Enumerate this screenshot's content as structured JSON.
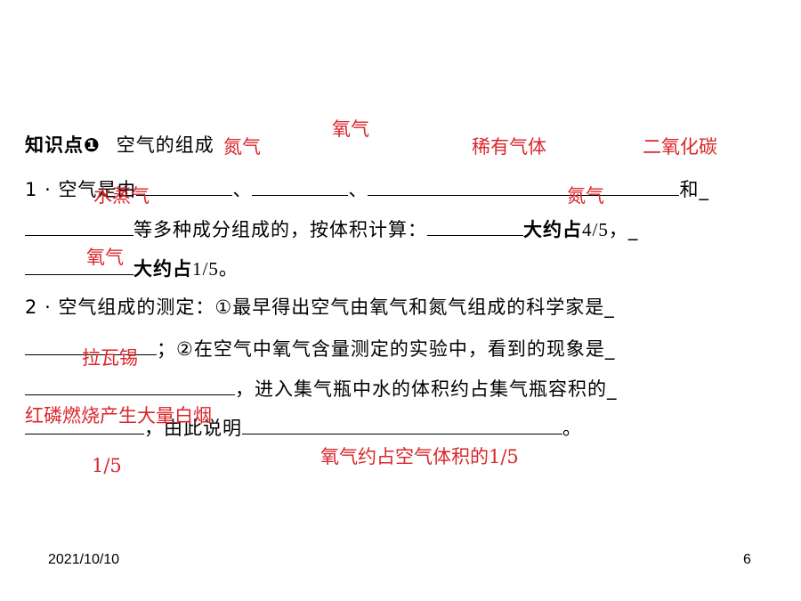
{
  "heading": {
    "label": "知识点❶",
    "title": "空气的组成"
  },
  "q1": {
    "number": "1",
    "dot": "·",
    "text_a": "空气是由",
    "sep": "、",
    "text_and": "和",
    "text_b": "等多种成分组成的，按体积计算：",
    "text_c": "大约占",
    "frac_45": "4/5",
    "comma": "，",
    "text_d": "大约占",
    "frac_15": "1/5",
    "end": "。",
    "trail": "_"
  },
  "q2": {
    "number": "2",
    "dot": "·",
    "text_a": "空气组成的测定：①最早得出空气由氧气和氮气组成的科学家是",
    "text_b": "；②在空气中氧气含量测定的实验中，看到的现象是",
    "text_c": "，进入集气瓶中水的体积约占集气瓶容积的",
    "text_d": "，由此说明",
    "end": "。",
    "trail": "_"
  },
  "answers": {
    "a1": "氧气",
    "a2": "氮气",
    "a3": "稀有气体",
    "a4": "二氧化碳",
    "a5": "水蒸气",
    "a6": "氮气",
    "a7": "氧气",
    "a8": "拉瓦锡",
    "a9": "红磷燃烧产生大量白烟",
    "a10": "1/5",
    "a11": "氧气约占空气体积的1/5"
  },
  "footer": {
    "date": "2021/10/10",
    "page": "6"
  },
  "colors": {
    "answer": "#d9262b",
    "text": "#000000"
  }
}
